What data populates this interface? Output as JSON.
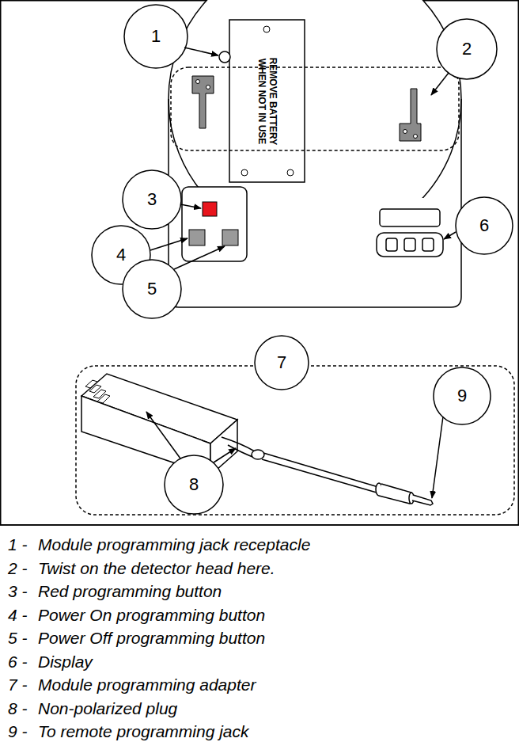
{
  "diagram": {
    "labels": [
      "1",
      "2",
      "3",
      "6",
      "4",
      "5",
      "7",
      "9",
      "8",
      "REMOVE BATTERY WHEN NOT IN USE",
      "1 -",
      "Module programming jack receptacle",
      "2 -",
      "Twist on the detector head here.",
      "3 -",
      "Red programming button",
      "4 -",
      "Power On programming button",
      "5 -",
      "Power Off programming button",
      "6 -",
      "Display",
      "7 -",
      "Module programming adapter",
      "8 -",
      "Non-polarized plug",
      "9 -",
      "To remote programming jack"
    ]
  }
}
